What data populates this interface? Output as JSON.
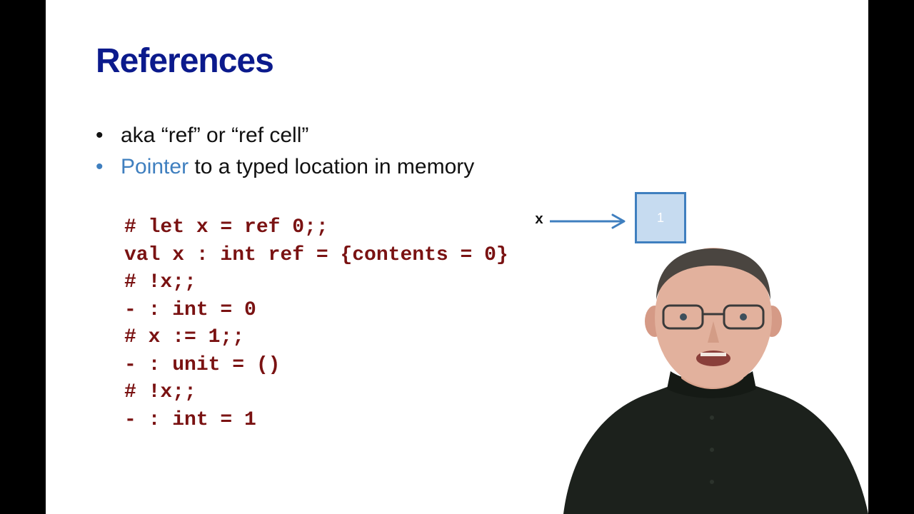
{
  "slide": {
    "title": "References",
    "bullets": [
      {
        "text": "aka “ref” or “ref cell”"
      },
      {
        "highlight": "Pointer",
        "text": " to a typed location in memory"
      }
    ],
    "code_lines": [
      "# let x = ref 0;;",
      "val x : int ref = {contents = 0}",
      "# !x;;",
      "- : int = 0",
      "# x := 1;;",
      "- : unit = ()",
      "# !x;;",
      "- : int = 1"
    ],
    "diagram": {
      "variable": "x",
      "cell_value": "1"
    }
  },
  "colors": {
    "title": "#0b1a8c",
    "highlight": "#3f7fbf",
    "code": "#7a1212",
    "cell_fill": "#c6dbf0",
    "cell_border": "#3f7fbf"
  }
}
